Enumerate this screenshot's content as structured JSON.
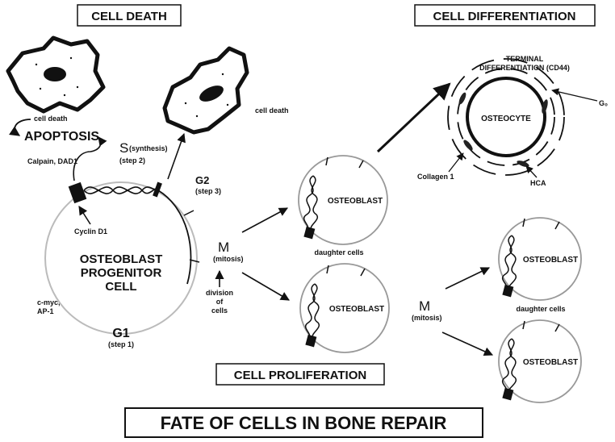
{
  "title": "FATE OF CELLS IN BONE REPAIR",
  "sections": {
    "cell_death": "CELL DEATH",
    "cell_differentiation": "CELL DIFFERENTIATION",
    "cell_proliferation": "CELL PROLIFERATION"
  },
  "progenitor": {
    "line1": "OSTEOBLAST",
    "line2": "PROGENITOR",
    "line3": "CELL",
    "g1": "G1",
    "g1_step": "(step 1)",
    "s": "S",
    "s_sub": "(synthesis)",
    "s_step": "(step 2)",
    "g2": "G2",
    "g2_step": "(step 3)",
    "cyclin": "Cyclin D1",
    "cmyc": "c-myc,",
    "ap1": "AP-1"
  },
  "death": {
    "cell_death_1": "cell death",
    "cell_death_2": "cell death",
    "apoptosis": "APOPTOSIS",
    "calpain": "Calpain, DAD1"
  },
  "mitosis": {
    "m1": "M",
    "m1_sub": "(mitosis)",
    "division_1": "division",
    "division_2": "of",
    "division_3": "cells",
    "daughter_1": "daughter cells",
    "m2": "M",
    "m2_sub": "(mitosis)",
    "daughter_2": "daughter cells"
  },
  "osteoblast_label": "OSTEOBLAST",
  "differentiation": {
    "terminal_1": "TERMINAL",
    "terminal_2": "DIFFERENTIATION (CD44)",
    "osteocyte": "OSTEOCYTE",
    "g0": "G₀",
    "collagen": "Collagen 1",
    "hca": "HCA"
  }
}
